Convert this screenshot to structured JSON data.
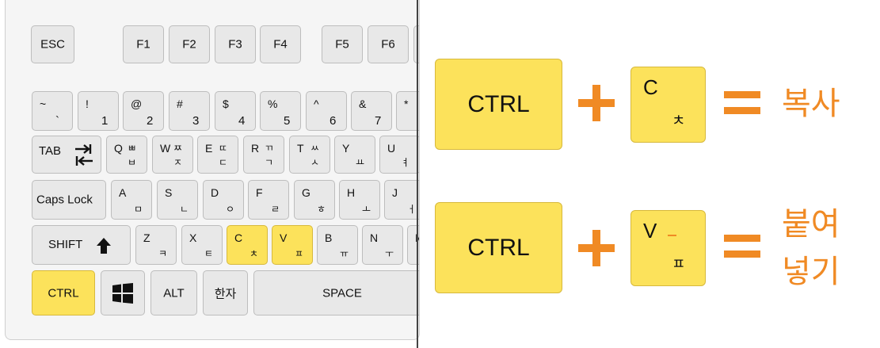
{
  "keyboard": {
    "fn_row": {
      "esc": "ESC",
      "f1": "F1",
      "f2": "F2",
      "f3": "F3",
      "f4": "F4",
      "f5": "F5",
      "f6": "F6"
    },
    "num_row": [
      {
        "top": "~",
        "bottom": "`"
      },
      {
        "top": "!",
        "bottom": "1"
      },
      {
        "top": "@",
        "bottom": "2"
      },
      {
        "top": "#",
        "bottom": "3"
      },
      {
        "top": "$",
        "bottom": "4"
      },
      {
        "top": "%",
        "bottom": "5"
      },
      {
        "top": "^",
        "bottom": "6"
      },
      {
        "top": "&",
        "bottom": "7"
      },
      {
        "top": "*",
        "bottom": ""
      }
    ],
    "tab": {
      "label": "TAB"
    },
    "q_row": [
      {
        "latin": "Q",
        "hangul_top": "ㅃ",
        "hangul_bottom": "ㅂ"
      },
      {
        "latin": "W",
        "hangul_top": "ㅉ",
        "hangul_bottom": "ㅈ"
      },
      {
        "latin": "E",
        "hangul_top": "ㄸ",
        "hangul_bottom": "ㄷ"
      },
      {
        "latin": "R",
        "hangul_top": "ㄲ",
        "hangul_bottom": "ㄱ"
      },
      {
        "latin": "T",
        "hangul_top": "ㅆ",
        "hangul_bottom": "ㅅ"
      },
      {
        "latin": "Y",
        "hangul_top": "",
        "hangul_bottom": "ㅛ"
      },
      {
        "latin": "U",
        "hangul_top": "",
        "hangul_bottom": "ㅕ"
      }
    ],
    "caps": {
      "label": "Caps Lock"
    },
    "a_row": [
      {
        "latin": "A",
        "hangul": "ㅁ"
      },
      {
        "latin": "S",
        "hangul": "ㄴ"
      },
      {
        "latin": "D",
        "hangul": "ㅇ"
      },
      {
        "latin": "F",
        "hangul": "ㄹ"
      },
      {
        "latin": "G",
        "hangul": "ㅎ"
      },
      {
        "latin": "H",
        "hangul": "ㅗ"
      },
      {
        "latin": "J",
        "hangul": "ㅓ"
      }
    ],
    "shift": {
      "label": "SHIFT"
    },
    "z_row": [
      {
        "latin": "Z",
        "hangul": "ㅋ"
      },
      {
        "latin": "X",
        "hangul": "ㅌ"
      },
      {
        "latin": "C",
        "hangul": "ㅊ"
      },
      {
        "latin": "V",
        "hangul": "ㅍ"
      },
      {
        "latin": "B",
        "hangul": "ㅠ"
      },
      {
        "latin": "N",
        "hangul": "ㅜ"
      },
      {
        "latin": "M",
        "hangul": ""
      }
    ],
    "bottom_row": {
      "ctrl": "CTRL",
      "alt": "ALT",
      "hanja": "한자",
      "space": "SPACE"
    }
  },
  "shortcuts": [
    {
      "modifier": "CTRL",
      "key_latin": "C",
      "key_hangul": "ㅊ",
      "result": "복사"
    },
    {
      "modifier": "CTRL",
      "key_latin": "V",
      "key_hangul": "ㅍ",
      "result_line1": "붙여",
      "result_line2": "넣기"
    }
  ],
  "colors": {
    "highlight": "#fce25b",
    "key": "#e8e8e8",
    "accent": "#f08a24"
  }
}
